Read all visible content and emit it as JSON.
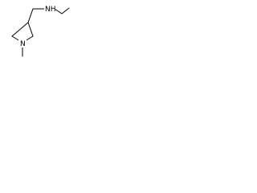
{
  "structure": {
    "atoms": {
      "amine_nitrogen": {
        "element": "N",
        "label": "NH"
      },
      "ring_nitrogen": {
        "element": "N",
        "label": "N"
      }
    },
    "colors": {
      "bond": "#000000",
      "label": "#000000",
      "background": "#ffffff"
    }
  }
}
